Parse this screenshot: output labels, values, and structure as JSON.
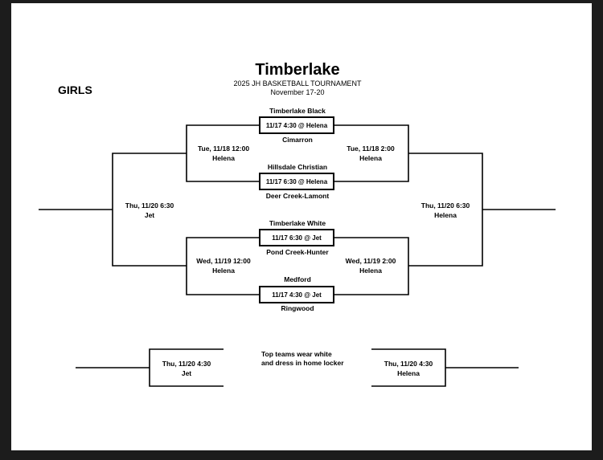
{
  "header": {
    "title": "Timberlake",
    "subtitle": "2025 JH BASKETBALL TOURNAMENT",
    "dates": "November 17-20",
    "division": "GIRLS"
  },
  "round1": [
    {
      "top_team": "Timberlake Black",
      "game": "11/17 4:30 @ Helena",
      "bottom_team": "Cimarron"
    },
    {
      "top_team": "Hillsdale Christian",
      "game": "11/17 6:30 @ Helena",
      "bottom_team": "Deer Creek-Lamont"
    },
    {
      "top_team": "Timberlake White",
      "game": "11/17 6:30 @ Jet",
      "bottom_team": "Pond Creek-Hunter"
    },
    {
      "top_team": "Medford",
      "game": "11/17 4:30 @ Jet",
      "bottom_team": "Ringwood"
    }
  ],
  "semis": {
    "top_left": {
      "time": "Tue, 11/18 12:00",
      "site": "Helena"
    },
    "top_right": {
      "time": "Tue, 11/18 2:00",
      "site": "Helena"
    },
    "bottom_left": {
      "time": "Wed, 11/19 12:00",
      "site": "Helena"
    },
    "bottom_right": {
      "time": "Wed, 11/19 2:00",
      "site": "Helena"
    }
  },
  "finals": {
    "left": {
      "time": "Thu, 11/20 6:30",
      "site": "Jet"
    },
    "right": {
      "time": "Thu, 11/20 6:30",
      "site": "Helena"
    }
  },
  "consolation": {
    "left": {
      "time": "Thu, 11/20 4:30",
      "site": "Jet"
    },
    "right": {
      "time": "Thu, 11/20 4:30",
      "site": "Helena"
    }
  },
  "note": {
    "line1": "Top teams wear white",
    "line2": "and dress in home locker"
  }
}
